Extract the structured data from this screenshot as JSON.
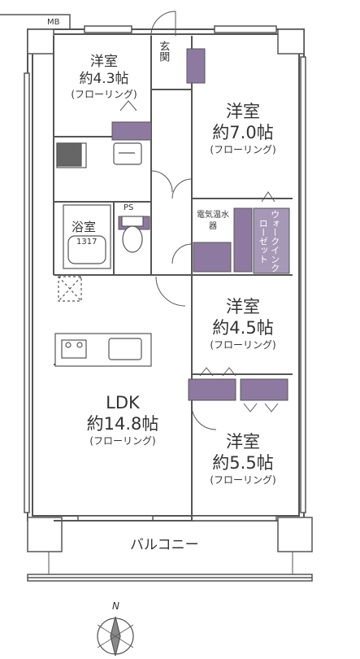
{
  "labels": {
    "mb": "MB",
    "entrance": "玄関",
    "ps": "PS",
    "water_heater": "電気温水器",
    "walk_in_closet": "ウォークインクローゼット",
    "balcony": "バルコニー",
    "north": "N",
    "bath_name": "浴室",
    "bath_size": "1317"
  },
  "rooms": [
    {
      "id": "room-nw",
      "name": "洋室",
      "size": "約4.3帖",
      "floor": "(フローリング)"
    },
    {
      "id": "room-ne",
      "name": "洋室",
      "size": "約7.0帖",
      "floor": "(フローリング)"
    },
    {
      "id": "room-e",
      "name": "洋室",
      "size": "約4.5帖",
      "floor": "(フローリング)"
    },
    {
      "id": "room-se",
      "name": "洋室",
      "size": "約5.5帖",
      "floor": "(フローリング)"
    },
    {
      "id": "ldk",
      "name": "LDK",
      "size": "約14.8帖",
      "floor": "(フローリング)"
    }
  ],
  "colors": {
    "wall": "#555555",
    "storage": "#8e7aa0",
    "line": "#555555"
  },
  "icons": [
    "compass-icon",
    "stove-icon",
    "sink-icon",
    "toilet-icon",
    "bathtub-icon",
    "washbasin-icon",
    "washing-machine-icon"
  ]
}
